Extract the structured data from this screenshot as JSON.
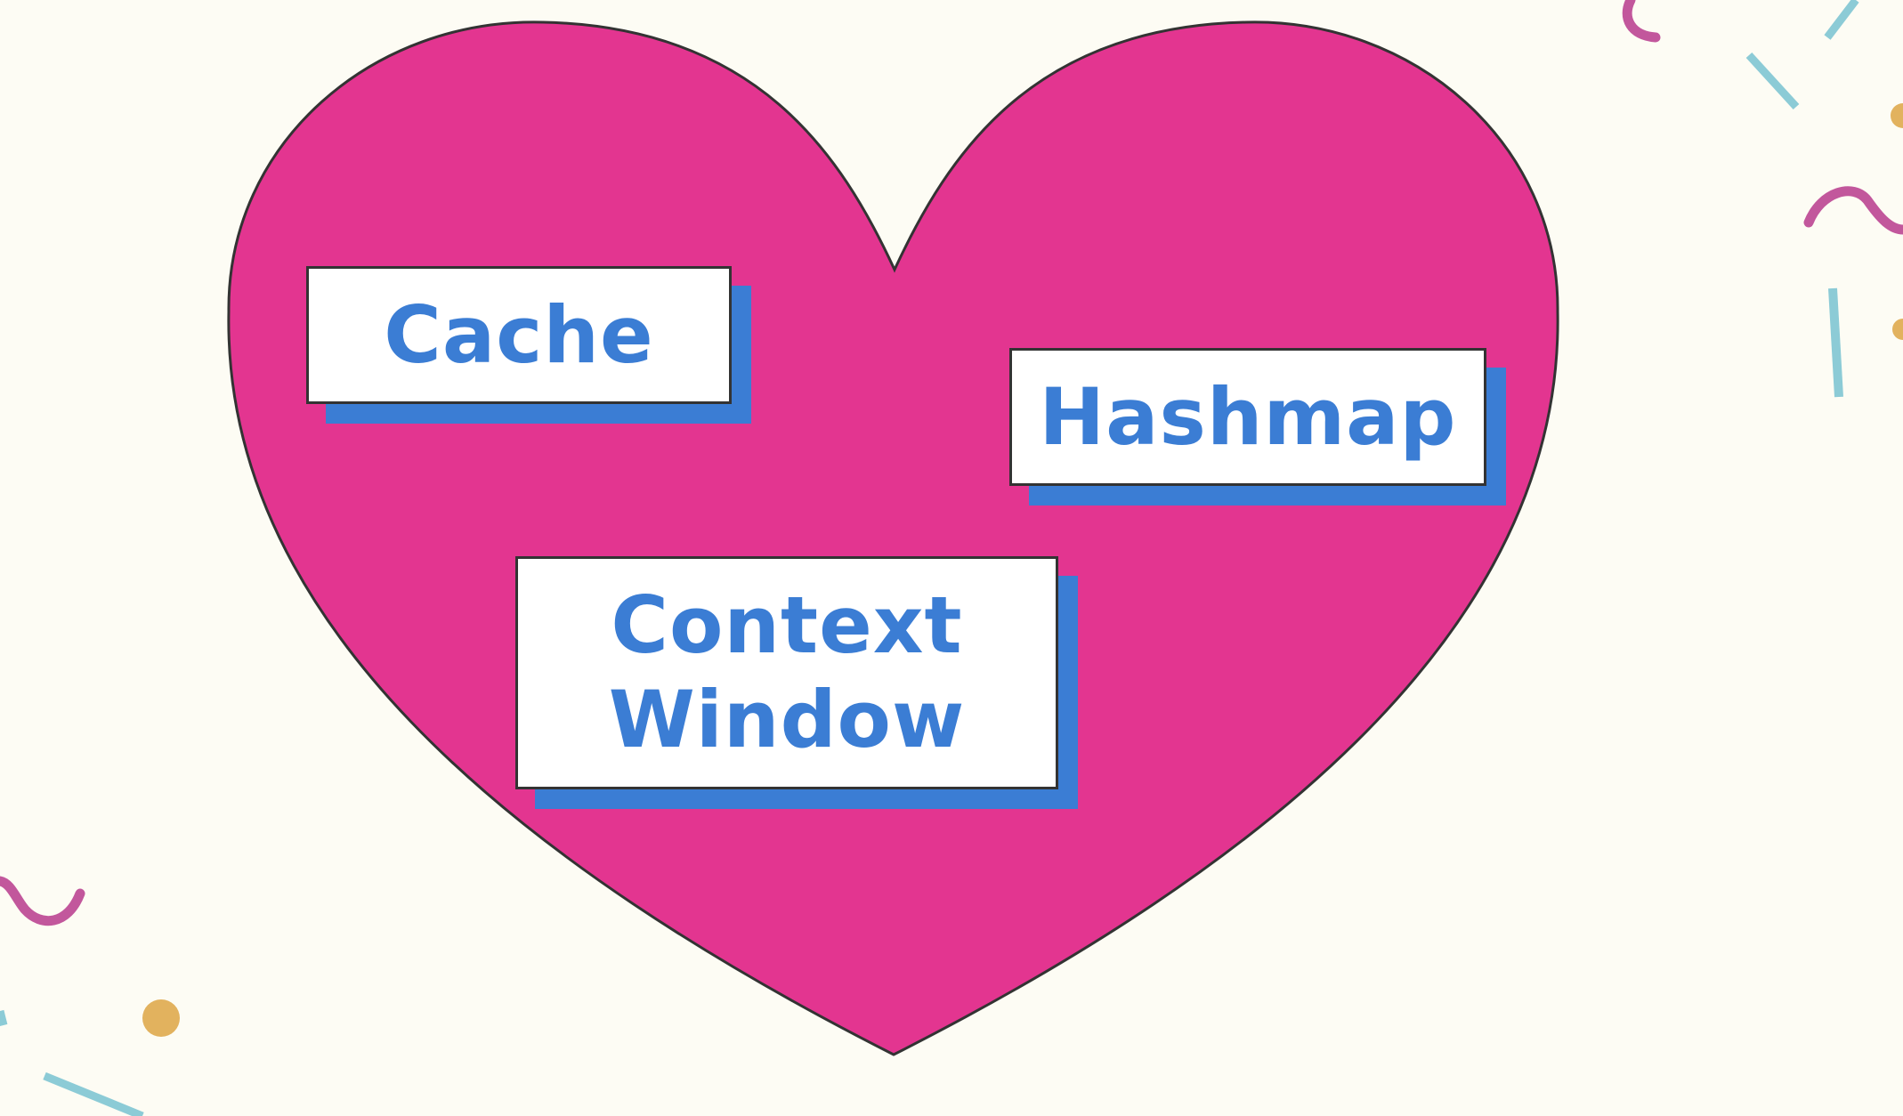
{
  "colors": {
    "background": "#fdfcf4",
    "heart_fill": "#e33590",
    "heart_outline": "#333333",
    "label_text": "#3b7dd4",
    "label_shadow": "#3b7dd4",
    "card_fill": "#ffffff",
    "confetti_pink": "#c2579c",
    "confetti_blue": "#8ccbd6",
    "confetti_gold": "#e2b25e"
  },
  "icons": {
    "heart": "heart-icon",
    "confetti": [
      "squiggle-icon",
      "dash-icon",
      "dot-icon",
      "arc-icon"
    ]
  },
  "labels": {
    "cache": "Cache",
    "hashmap": "Hashmap",
    "context_window": "Context\nWindow"
  }
}
